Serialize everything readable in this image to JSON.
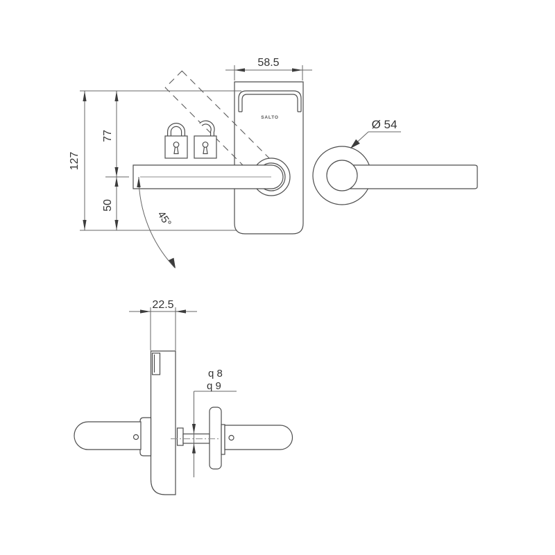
{
  "drawing": {
    "background": "#ffffff",
    "object_line_color": "#4c4c4c",
    "dimension_line_color": "#646464",
    "text_color": "#333333",
    "front_view": {
      "brand_label": "SALTO",
      "dim_overall_height": "127",
      "dim_top_to_handle": "77",
      "dim_handle_to_bottom": "50",
      "dim_body_width": "58.5",
      "dim_handle_rotation": "45°",
      "icons": [
        "locked-padlock",
        "unlocked-padlock"
      ]
    },
    "rose_view": {
      "dim_rose_diameter": "Ø 54"
    },
    "profile_view": {
      "dim_thickness": "22.5",
      "dim_spindle_option_1": "q 8",
      "dim_spindle_option_2": "q 9"
    }
  }
}
